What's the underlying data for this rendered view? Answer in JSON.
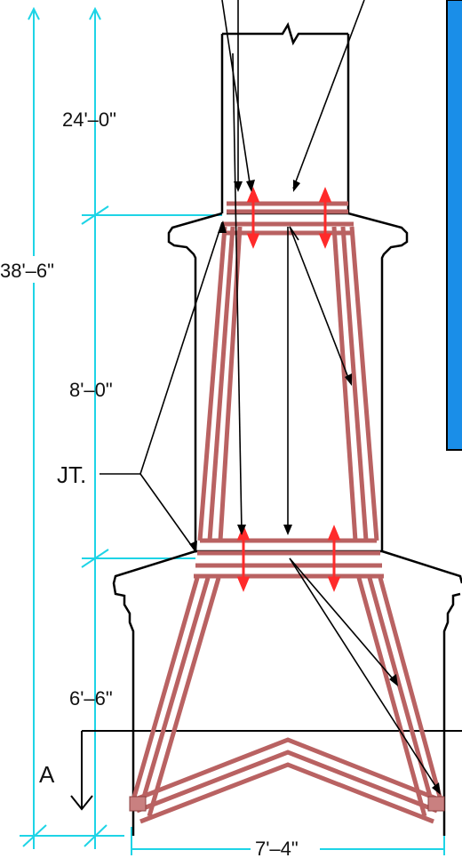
{
  "dimensions": {
    "overall_height": "38'–6\"",
    "upper_segment": "24'–0\"",
    "middle_segment": "8'–0\"",
    "lower_segment": "6'–6\"",
    "base_width": "7'–4\""
  },
  "labels": {
    "joint": "JT.",
    "section_mark": "A"
  },
  "colors": {
    "dimension_line": "#1ed4e6",
    "tendon": "#b96262",
    "tendon_dark": "#8c3f3f",
    "anchor": "#ff2a2a",
    "panel": "#1a8ee8",
    "outline": "#000000"
  }
}
